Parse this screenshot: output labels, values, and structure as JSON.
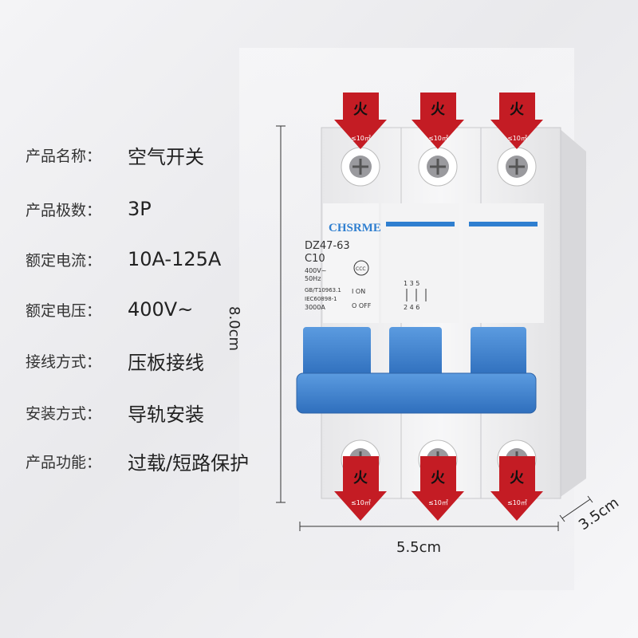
{
  "specs": [
    {
      "label": "产品名称：",
      "value": "空气开关"
    },
    {
      "label": "产品极数：",
      "value": "3P"
    },
    {
      "label": "额定电流：",
      "value": "10A-125A"
    },
    {
      "label": "额定电压：",
      "value": "400V~"
    },
    {
      "label": "接线方式：",
      "value": "压板接线"
    },
    {
      "label": "安装方式：",
      "value": "导轨安装"
    },
    {
      "label": "产品功能：",
      "value": "过载/短路保护"
    }
  ],
  "dimensions": {
    "height": "8.0cm",
    "width": "5.5cm",
    "depth": "3.5cm"
  },
  "breaker": {
    "brand": "CHSRME",
    "model": "DZ47-63",
    "curve": "C10",
    "voltage": "400V~",
    "frequency": "50Hz",
    "standard1": "GB/T10963.1",
    "standard2": "IEC60898-1",
    "capacity": "3000A",
    "on_label": "I  ON",
    "off_label": "O OFF",
    "cert": "CCC",
    "terminal_top": [
      "1",
      "3",
      "5"
    ],
    "terminal_bottom": [
      "2",
      "4",
      "6"
    ]
  },
  "arrow_label": "火",
  "arrow_sub": "≤10㎡",
  "colors": {
    "body": "#f2f2f2",
    "handle": "#3c7fcf",
    "arrow": "#c41c24",
    "brand": "#2f7fd0"
  }
}
